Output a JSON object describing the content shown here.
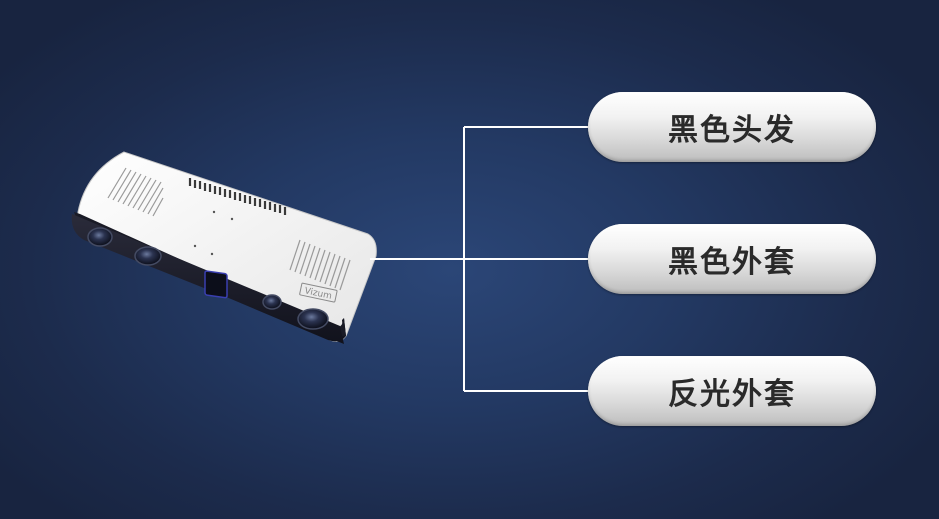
{
  "camera": {
    "brand": "Vizum"
  },
  "labels": [
    {
      "text": "黑色头发"
    },
    {
      "text": "黑色外套"
    },
    {
      "text": "反光外套"
    }
  ],
  "colors": {
    "background": "#233963",
    "connector": "#ffffff",
    "pill_text": "#2a2a2a"
  }
}
